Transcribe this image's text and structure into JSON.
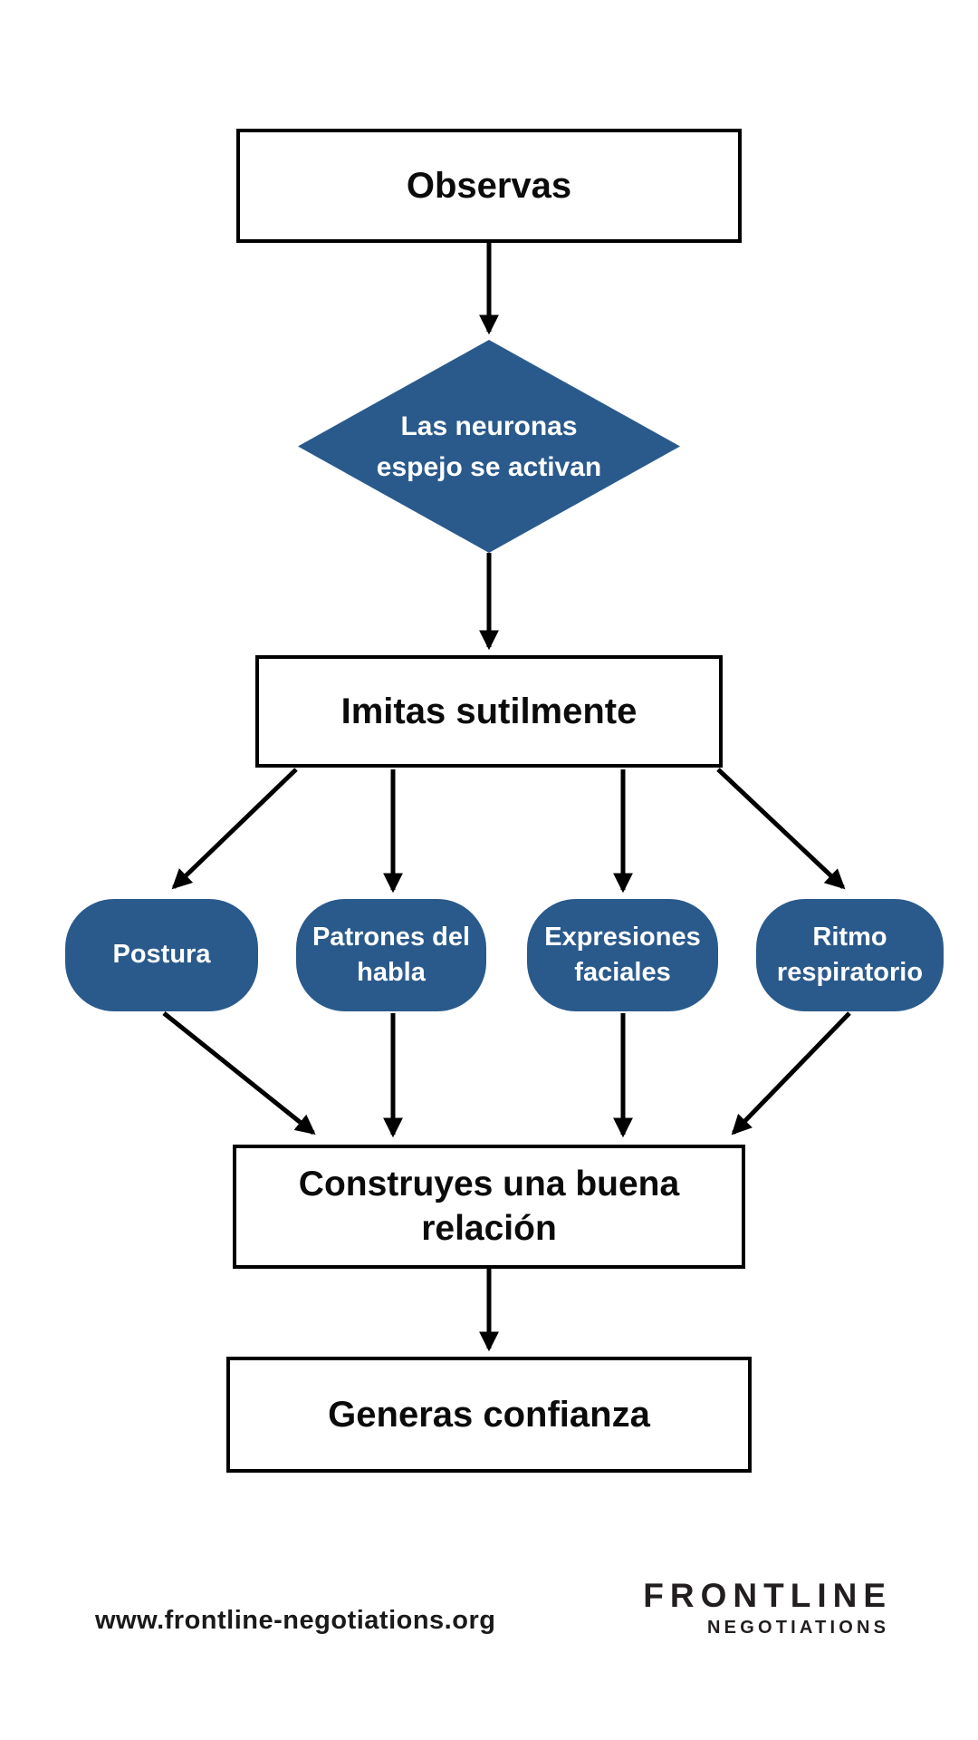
{
  "colors": {
    "node_blue": "#2A5A8C",
    "line_black": "#000000",
    "text_black": "#0B0B0B",
    "logo_black": "#221E1F"
  },
  "flowchart": {
    "nodes": {
      "observas": {
        "type": "process",
        "label": "Observas"
      },
      "neuronas": {
        "type": "decision",
        "label": "Las neuronas espejo se activan"
      },
      "imitas": {
        "type": "process",
        "label": "Imitas sutilmente"
      },
      "postura": {
        "type": "pill",
        "label": "Postura"
      },
      "patrones": {
        "type": "pill",
        "label": "Patrones del habla"
      },
      "expresiones": {
        "type": "pill",
        "label": "Expresiones faciales"
      },
      "ritmo": {
        "type": "pill",
        "label": "Ritmo respiratorio"
      },
      "construyes": {
        "type": "process",
        "label": "Construyes una buena relación"
      },
      "generas": {
        "type": "process",
        "label": "Generas confianza"
      }
    },
    "edges": [
      {
        "from": "observas",
        "to": "neuronas"
      },
      {
        "from": "neuronas",
        "to": "imitas"
      },
      {
        "from": "imitas",
        "to": "postura"
      },
      {
        "from": "imitas",
        "to": "patrones"
      },
      {
        "from": "imitas",
        "to": "expresiones"
      },
      {
        "from": "imitas",
        "to": "ritmo"
      },
      {
        "from": "postura",
        "to": "construyes"
      },
      {
        "from": "patrones",
        "to": "construyes"
      },
      {
        "from": "expresiones",
        "to": "construyes"
      },
      {
        "from": "ritmo",
        "to": "construyes"
      },
      {
        "from": "construyes",
        "to": "generas"
      }
    ]
  },
  "footer": {
    "website": "www.frontline-negotiations.org",
    "logo_line1": "FRONTLINE",
    "logo_line2": "NEGOTIATIONS"
  }
}
